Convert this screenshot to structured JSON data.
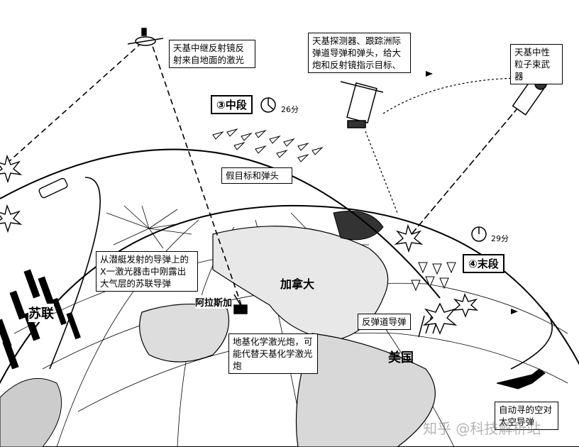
{
  "labels": {
    "relay_mirror": "天基中继反射镜反射来自地面的激光",
    "space_sensor": "天基探测器、跟踪洲际弹道导弹和弹头，给大炮和反射镜指示目标、",
    "particle_beam": "天基中性粒子束武器",
    "midcourse": "③中段",
    "midcourse_time": "26分",
    "decoys": "假目标和弹头",
    "sub_laser": "从潜艇发射的导弹上的X一激光器击中刚露出大气层的苏联导弹",
    "terminal": "④末段",
    "terminal_time": "29分",
    "canada": "加拿大",
    "alaska": "阿拉斯加",
    "abm": "反弹道导弹",
    "ground_laser": "地基化学激光炮，可能代替天基化学激光炮",
    "usa": "美国",
    "ussr": "苏联",
    "air_to_space": "自动寻的空对太空导弹",
    "watermark": "知乎 @科技解析站"
  }
}
